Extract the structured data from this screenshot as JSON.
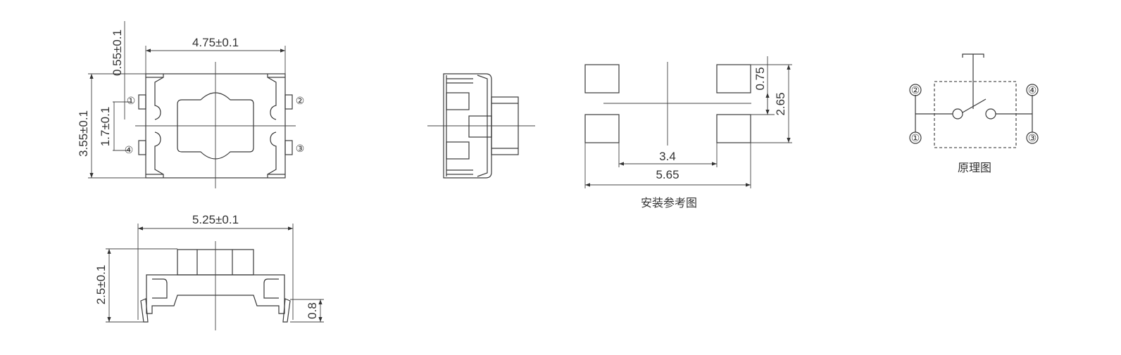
{
  "top_view": {
    "width_dim": "4.75±0.1",
    "height_dim": "3.55±0.1",
    "pin_offset_dim": "0.55±0.1",
    "pin_pitch_dim": "1.7±0.1",
    "pins": [
      "①",
      "②",
      "③",
      "④"
    ]
  },
  "front_view": {
    "width_dim": "5.25±0.1",
    "height_dim": "2.5±0.1",
    "lead_height_dim": "0.8"
  },
  "side_view": {},
  "footprint": {
    "caption": "安装参考图",
    "inner_gap_dim": "3.4",
    "outer_width_dim": "5.65",
    "pad_height_dim": "0.75",
    "total_height_dim": "2.65"
  },
  "schematic": {
    "caption": "原理图",
    "pins": [
      "②",
      "①",
      "④",
      "③"
    ]
  },
  "colors": {
    "line": "#3a3a3a",
    "background": "#ffffff"
  }
}
